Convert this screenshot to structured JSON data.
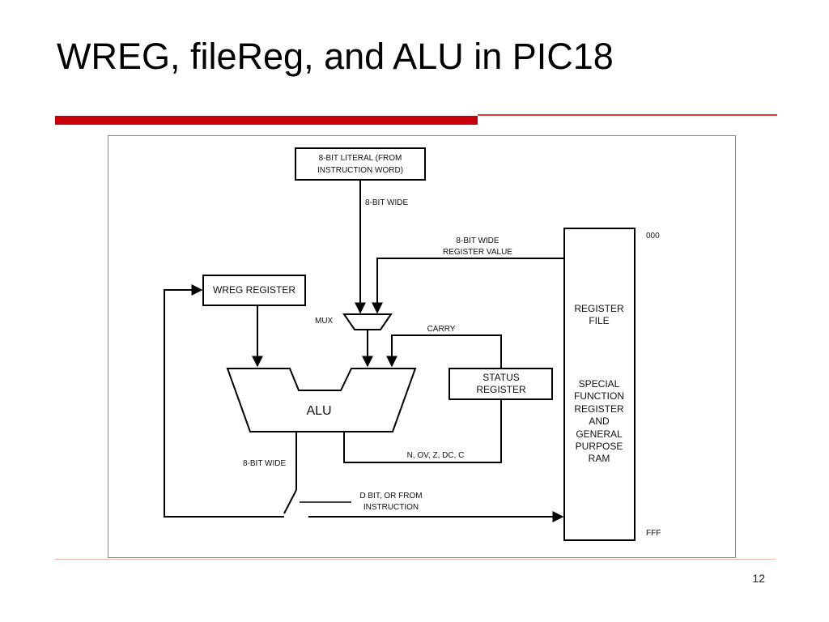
{
  "title": "WREG, fileReg, and ALU in PIC18",
  "page_number": "12",
  "diagram": {
    "literal_box": [
      "8-BIT LITERAL (FROM",
      "INSTRUCTION WORD)"
    ],
    "literal_width_label": "8-BIT WIDE",
    "regval_label": [
      "8-BIT WIDE",
      "REGISTER VALUE"
    ],
    "addr_top": "000",
    "addr_bottom": "FFF",
    "wreg_box": "WREG REGISTER",
    "mux_label": "MUX",
    "carry_label": "CARRY",
    "alu_label": "ALU",
    "status_box": [
      "STATUS",
      "REGISTER"
    ],
    "flags_label": "N, OV, Z, DC, C",
    "alu_out_label": "8-BIT WIDE",
    "dbit_label": [
      "D BIT, OR FROM",
      "INSTRUCTION"
    ],
    "regfile_top": [
      "REGISTER",
      "FILE"
    ],
    "regfile_bottom": [
      "SPECIAL",
      "FUNCTION",
      "REGISTER",
      "AND",
      "GENERAL",
      "PURPOSE",
      "RAM"
    ]
  }
}
